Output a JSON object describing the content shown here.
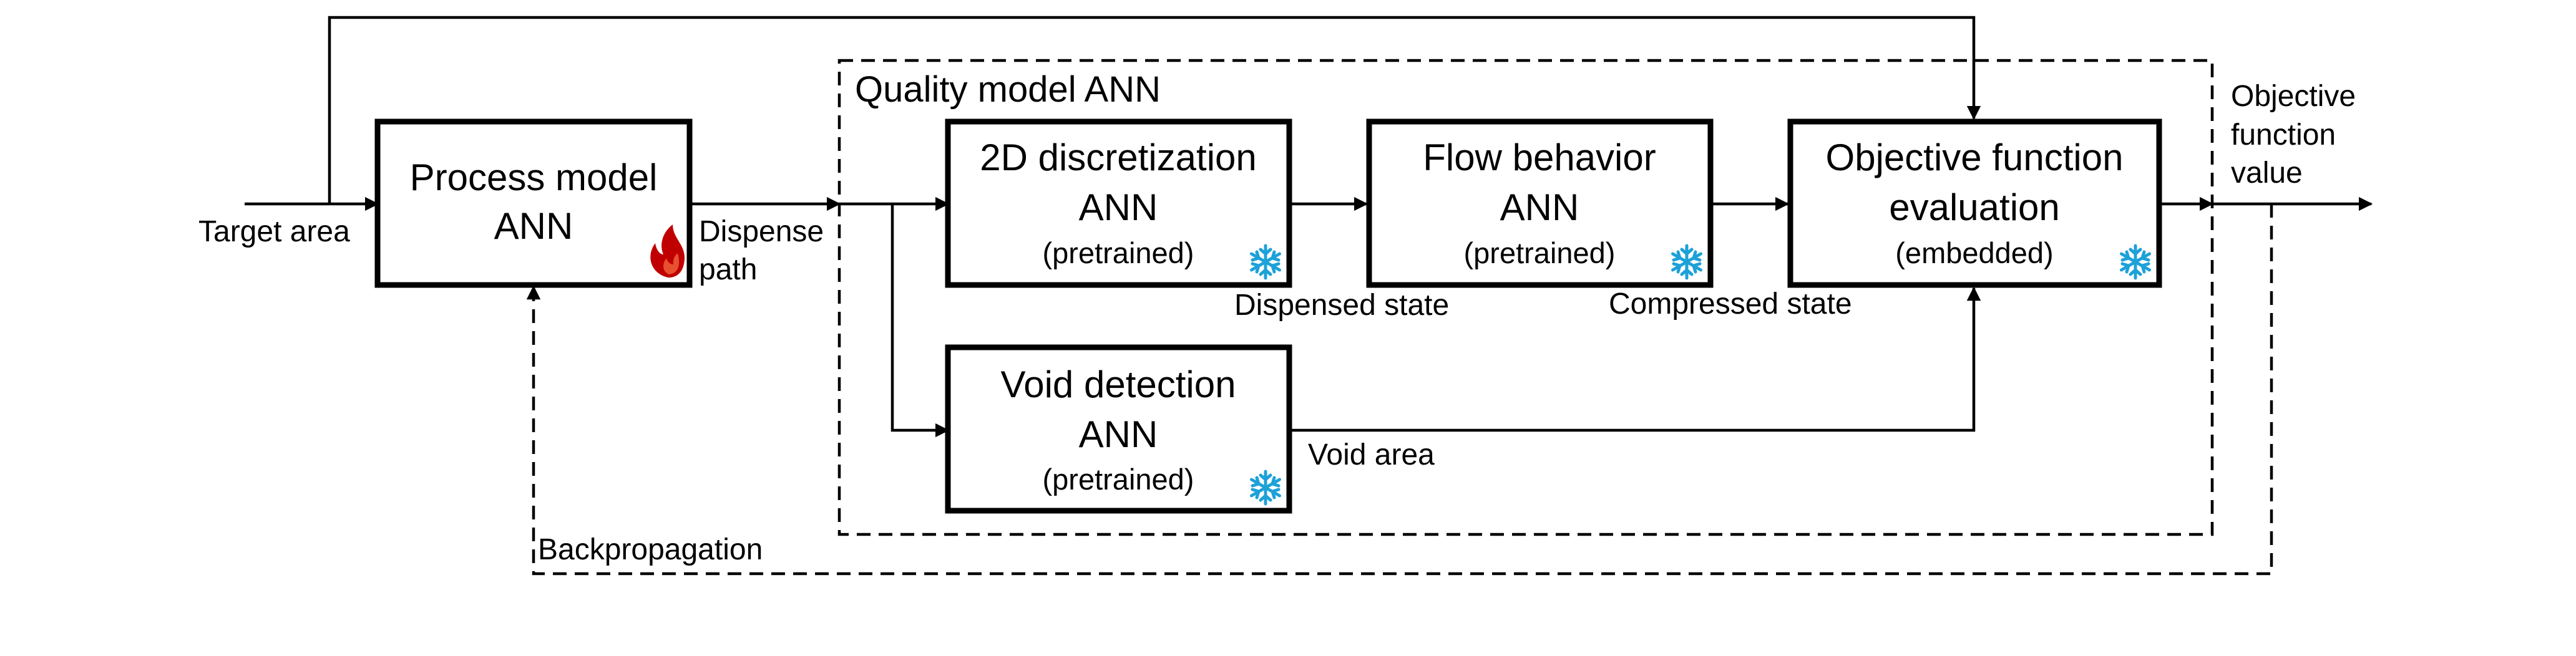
{
  "diagram": {
    "group_title": "Quality model ANN",
    "inputs": {
      "target_area": "Target area"
    },
    "process_model": {
      "line1": "Process model",
      "line2": "ANN",
      "icon": "flame-icon",
      "icon_color": "#c00000"
    },
    "discretization": {
      "line1": "2D discretization",
      "line2": "ANN",
      "sub": "(pretrained)",
      "icon": "snowflake-icon"
    },
    "flow": {
      "line1": "Flow behavior",
      "line2": "ANN",
      "sub": "(pretrained)",
      "icon": "snowflake-icon"
    },
    "objective": {
      "line1": "Objective function",
      "line2": "evaluation",
      "sub": "(embedded)",
      "icon": "snowflake-icon"
    },
    "void": {
      "line1": "Void detection",
      "line2": "ANN",
      "sub": "(pretrained)",
      "icon": "snowflake-icon"
    },
    "edges": {
      "dispense_path_1": "Dispense",
      "dispense_path_2": "path",
      "dispensed_state": "Dispensed state",
      "compressed_state": "Compressed state",
      "void_area": "Void area",
      "backpropagation": "Backpropagation",
      "objective_value_1": "Objective",
      "objective_value_2": "function",
      "objective_value_3": "value"
    },
    "colors": {
      "frozen": "#1da1d8",
      "trainable": "#c00000",
      "line": "#000000"
    }
  }
}
